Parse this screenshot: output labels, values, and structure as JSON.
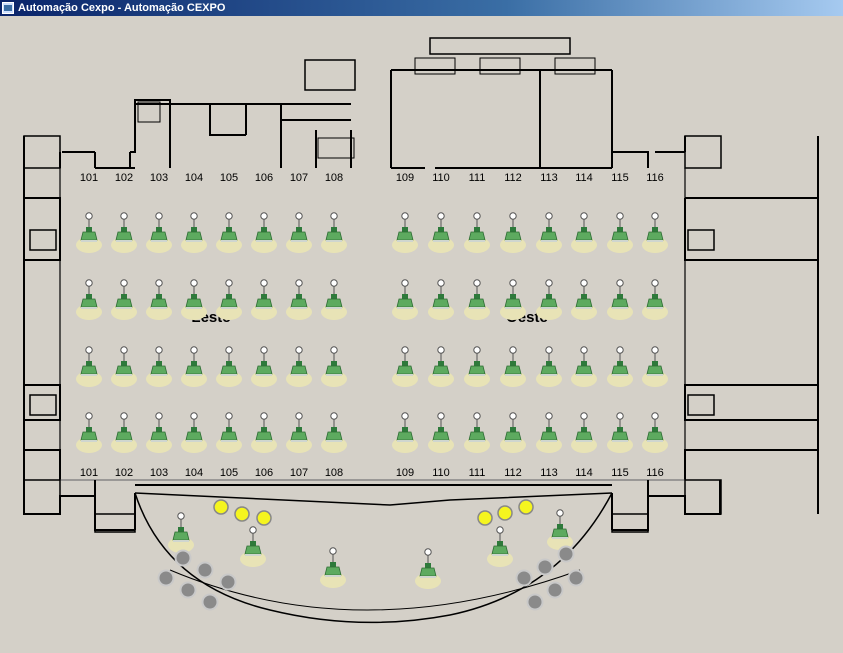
{
  "window": {
    "title": "Automação Cexpo - Automação CEXPO",
    "icon": "app-window-icon"
  },
  "colors": {
    "background": "#d4d0c8",
    "lamp_glow_off": "#e8e3b6",
    "lamp_body": "#3f8f4a",
    "lamp_on": "#f5f51f",
    "lamp_unlit": "#8a8a8a",
    "wall": "#000000"
  },
  "stand_labels": {
    "top_left": [
      "101",
      "102",
      "103",
      "104",
      "105",
      "106",
      "107",
      "108"
    ],
    "top_right": [
      "109",
      "110",
      "111",
      "112",
      "113",
      "114",
      "115",
      "116"
    ],
    "bottom_left": [
      "101",
      "102",
      "103",
      "104",
      "105",
      "106",
      "107",
      "108"
    ],
    "bottom_right": [
      "109",
      "110",
      "111",
      "112",
      "113",
      "114",
      "115",
      "116"
    ]
  },
  "areas": {
    "west": "Leste",
    "east": "Oeste"
  },
  "lamp_grid": {
    "rows": 4,
    "columns_per_side": 8,
    "state": "off",
    "icon": "ceiling-lamp-icon"
  },
  "auditorium": {
    "lamps_on": 6,
    "lamps_unlit": 12,
    "stage_lamps": 6
  }
}
